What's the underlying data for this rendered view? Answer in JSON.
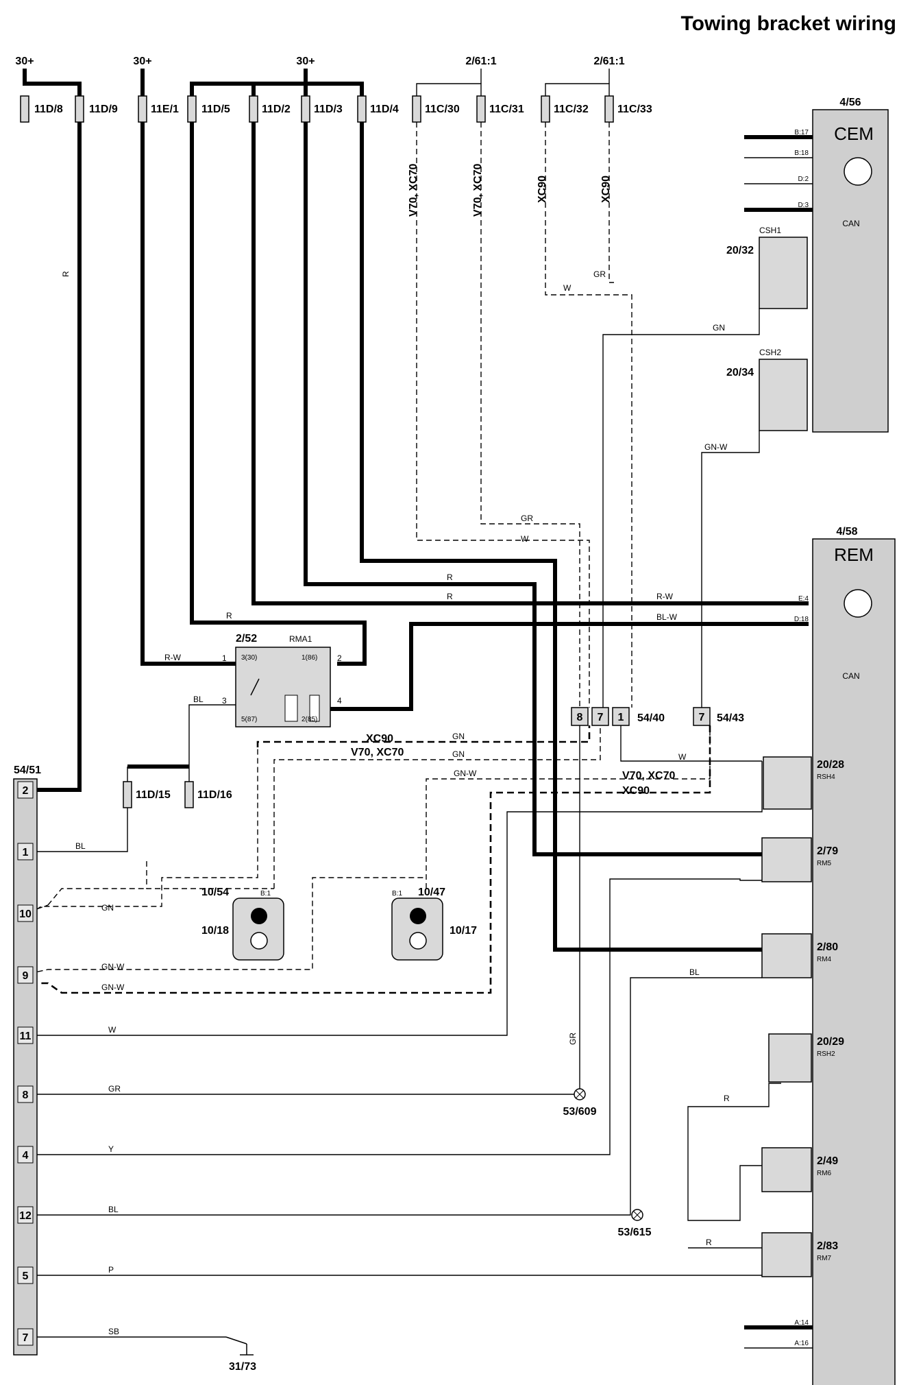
{
  "title": "Towing bracket wiring",
  "supply": {
    "a": "30+",
    "b": "30+",
    "c": "30+",
    "d": "2/61:1",
    "e": "2/61:1"
  },
  "fuses": [
    "11D/8",
    "11D/9",
    "11E/1",
    "11D/5",
    "11D/2",
    "11D/3",
    "11D/4",
    "11C/30",
    "11C/31",
    "11C/32",
    "11C/33",
    "11D/15",
    "11D/16"
  ],
  "pin_nums": {
    "one": "1",
    "two": "2",
    "three": "3",
    "four": "4",
    "five": "5"
  },
  "variants": {
    "v70_xc70": "V70, XC70",
    "v70_xc70_b": "V70, XC70",
    "xc90": "XC90"
  },
  "cem": {
    "id": "4/56",
    "name": "CEM",
    "pins": [
      "B:17",
      "B:18",
      "D:2",
      "D:3"
    ],
    "can": "CAN"
  },
  "rem": {
    "id": "4/58",
    "name": "REM",
    "pins": [
      "E:4",
      "D:18"
    ],
    "can": "CAN",
    "bottom_pins": [
      "A:14",
      "A:16"
    ]
  },
  "csh": [
    {
      "id": "20/32",
      "name": "CSH1"
    },
    {
      "id": "20/34",
      "name": "CSH2"
    }
  ],
  "relay_rma1": {
    "id": "2/52",
    "name": "RMA1",
    "p30": "3(30)",
    "p86": "1(86)",
    "p87": "5(87)",
    "p85": "2(85)"
  },
  "connectors": {
    "c5440": "54/40",
    "c5443": "54/43",
    "c5451": "54/51",
    "pins5440": [
      "8",
      "7",
      "1"
    ],
    "pin5443": "7"
  },
  "lamps": [
    {
      "top": "10/54",
      "bottom": "10/18",
      "pin": "B:1"
    },
    {
      "top": "10/47",
      "bottom": "10/17",
      "pin": "B:1"
    }
  ],
  "rsh": [
    {
      "id": "20/28",
      "name": "RSH4"
    },
    {
      "id": "20/29",
      "name": "RSH2"
    }
  ],
  "rm": [
    {
      "id": "2/79",
      "name": "RM5"
    },
    {
      "id": "2/80",
      "name": "RM4"
    },
    {
      "id": "2/49",
      "name": "RM6"
    },
    {
      "id": "2/83",
      "name": "RM7"
    }
  ],
  "grounds": [
    "53/609",
    "53/615",
    "31/73"
  ],
  "wires": {
    "R": "R",
    "RW": "R-W",
    "BLW": "BL-W",
    "BL": "BL",
    "GR": "GR",
    "W": "W",
    "GN": "GN",
    "GNW": "GN-W",
    "Y": "Y",
    "P": "P",
    "SB": "SB"
  },
  "socket_pins": [
    "2",
    "1",
    "10",
    "9",
    "11",
    "8",
    "4",
    "12",
    "5",
    "7"
  ]
}
